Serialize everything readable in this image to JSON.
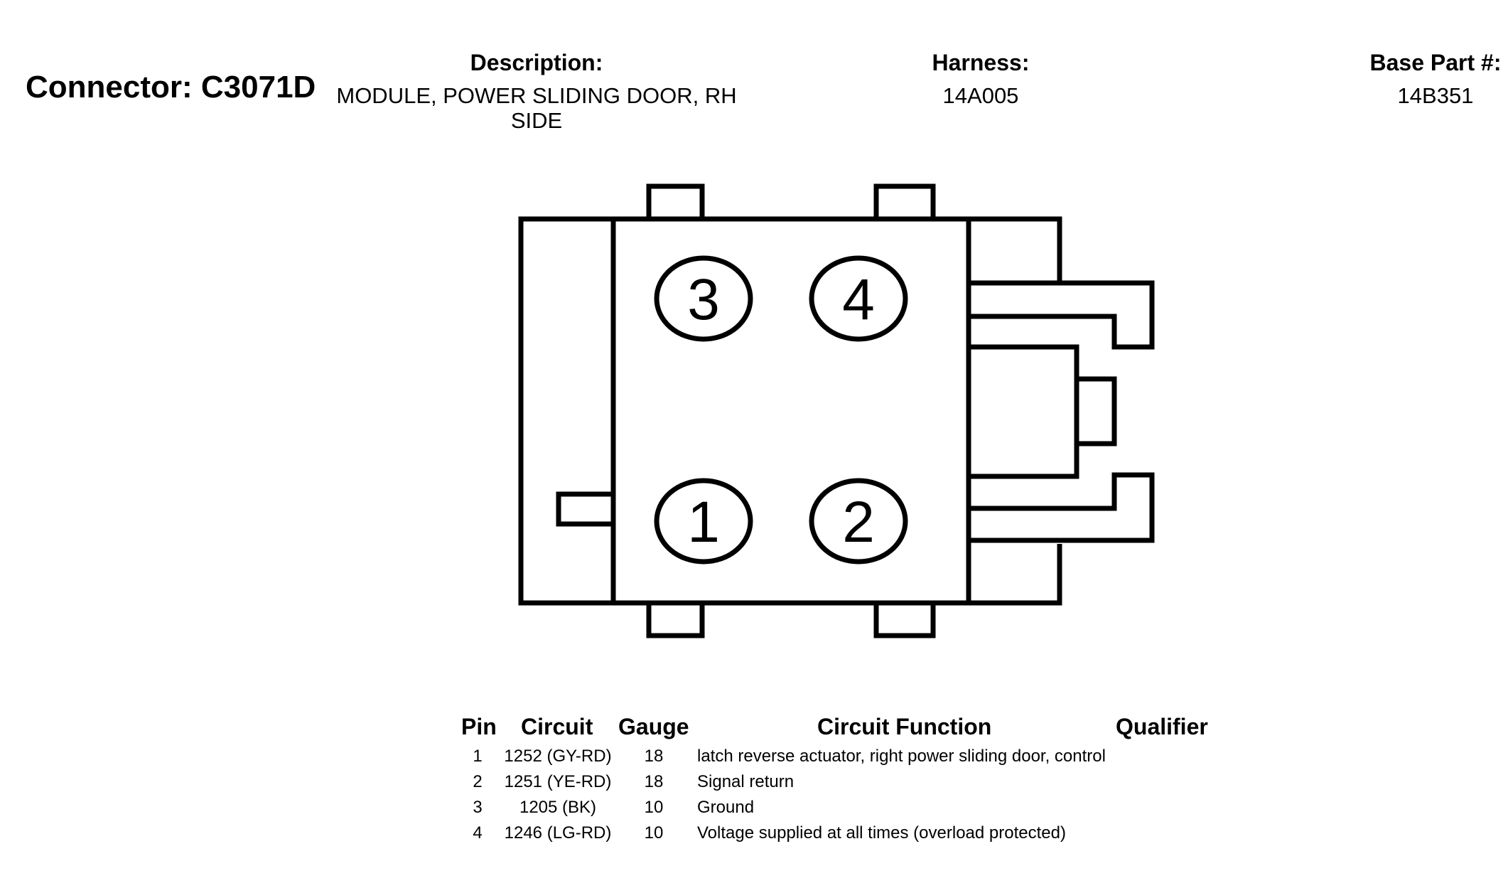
{
  "header": {
    "connector_title": "Connector: C3071D",
    "description_label": "Description:",
    "description_line1": "MODULE, POWER SLIDING DOOR, RH",
    "description_line2": "SIDE",
    "harness_label": "Harness:",
    "harness_value": "14A005",
    "base_part_label": "Base Part #:",
    "base_part_value": "14B351"
  },
  "diagram": {
    "pins": [
      {
        "number": "3"
      },
      {
        "number": "4"
      },
      {
        "number": "1"
      },
      {
        "number": "2"
      }
    ]
  },
  "table": {
    "headers": {
      "pin": "Pin",
      "circuit": "Circuit",
      "gauge": "Gauge",
      "function": "Circuit Function",
      "qualifier": "Qualifier"
    },
    "rows": [
      {
        "pin": "1",
        "circuit": "1252 (GY-RD)",
        "gauge": "18",
        "function": "latch reverse actuator, right power sliding door, control",
        "qualifier": ""
      },
      {
        "pin": "2",
        "circuit": "1251 (YE-RD)",
        "gauge": "18",
        "function": "Signal return",
        "qualifier": ""
      },
      {
        "pin": "3",
        "circuit": "1205 (BK)",
        "gauge": "10",
        "function": "Ground",
        "qualifier": ""
      },
      {
        "pin": "4",
        "circuit": "1246 (LG-RD)",
        "gauge": "10",
        "function": "Voltage supplied at all times (overload protected)",
        "qualifier": ""
      }
    ]
  }
}
